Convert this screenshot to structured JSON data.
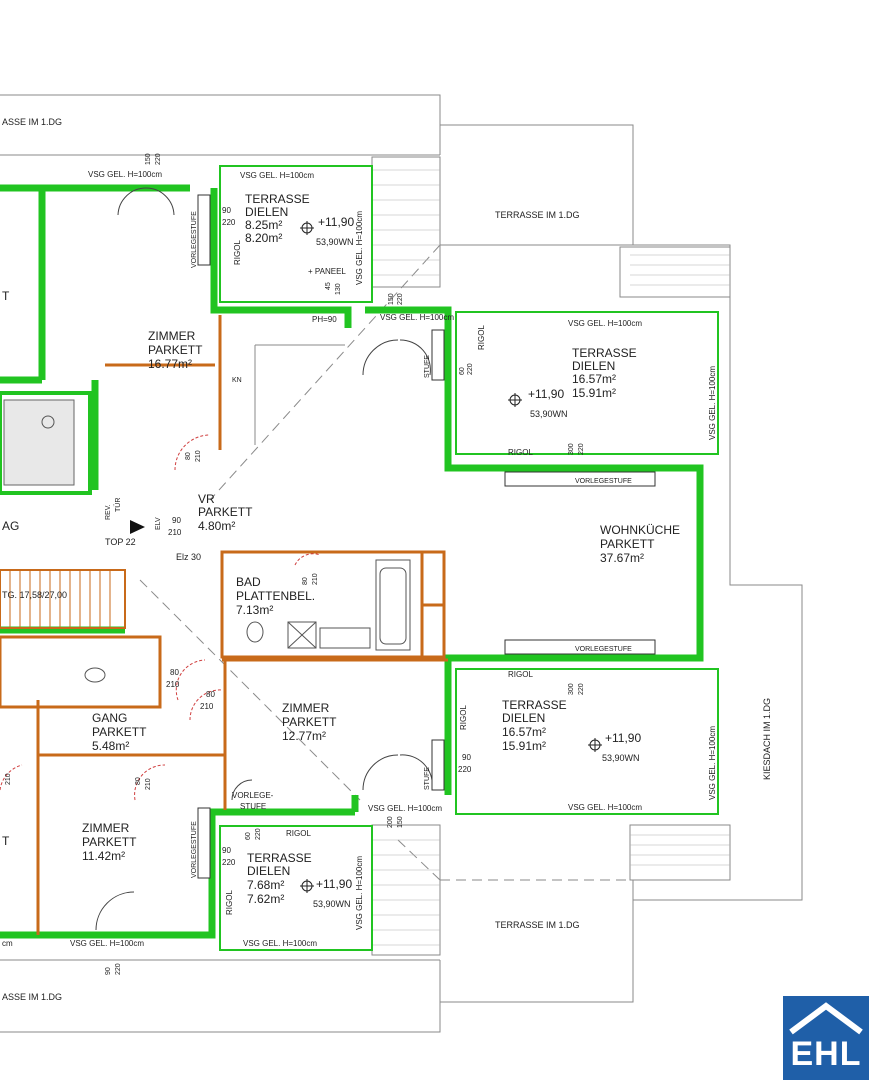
{
  "colors": {
    "wall_green": "#21c421",
    "wall_brown": "#c86a1a",
    "door_red": "#d04040",
    "line_grey": "#888888",
    "logo_blue": "#1f5fa8"
  },
  "floor": {
    "terrace_labels": {
      "top_left": "ASSE IM 1.DG",
      "top_right": "TERRASSE IM 1.DG",
      "bottom_left": "ASSE IM 1.DG",
      "bottom_right": "TERRASSE IM 1.DG",
      "kiesdach": "KIESDACH IM 1.DG"
    },
    "rooms": {
      "t1": {
        "name": "TERRASSE",
        "floor": "DIELEN",
        "area1": "8.25m²",
        "area2": "8.20m²",
        "level": "+11,90",
        "wn": "53,90WN",
        "vsg": "VSG GEL. H=100cm",
        "vsg_side": "VSG GEL. H=100cm",
        "paneel": "+ PANEEL",
        "rigol": "RIGOL"
      },
      "t2": {
        "name": "TERRASSE",
        "floor": "DIELEN",
        "area1": "16.57m²",
        "area2": "15.91m²",
        "level": "+11,90",
        "wn": "53,90WN",
        "vsg": "VSG GEL. H=100cm",
        "vsg_side": "VSG GEL. H=100cm",
        "rigol": "RIGOL",
        "rigol2": "RIGOL",
        "vorlegestufe": "VORLEGESTUFE"
      },
      "t3": {
        "name": "TERRASSE",
        "floor": "DIELEN",
        "area1": "16.57m²",
        "area2": "15.91m²",
        "level": "+11,90",
        "wn": "53,90WN",
        "vsg": "VSG GEL. H=100cm",
        "vsg_side": "VSG GEL. H=100cm",
        "rigol": "RIGOL",
        "rigol2": "RIGOL",
        "vorlegestufe": "VORLEGESTUFE"
      },
      "t4": {
        "name": "TERRASSE",
        "floor": "DIELEN",
        "area1": "7.68m²",
        "area2": "7.62m²",
        "level": "+11,90",
        "wn": "53,90WN",
        "vsg": "VSG GEL. H=100cm",
        "vsg_side": "VSG GEL. H=100cm",
        "rigol": "RIGOL",
        "rigol2": "RIGOL",
        "vorlegestufe_a": "VORLEGE-",
        "vorlegestufe_b": "STUFE"
      },
      "zimmer1": {
        "name": "ZIMMER",
        "floor": "PARKETT",
        "area": "16.77m²"
      },
      "vr": {
        "name": "VR",
        "floor": "PARKETT",
        "area": "4.80m²"
      },
      "wohnkueche": {
        "name": "WOHNKÜCHE",
        "floor": "PARKETT",
        "area": "37.67m²"
      },
      "bad": {
        "name": "BAD",
        "floor": "PLATTENBEL.",
        "area": "7.13m²"
      },
      "zimmer2": {
        "name": "ZIMMER",
        "floor": "PARKETT",
        "area": "12.77m²"
      },
      "gang": {
        "name": "GANG",
        "floor": "PARKETT",
        "area": "5.48m²"
      },
      "zimmer3": {
        "name": "ZIMMER",
        "floor": "PARKETT",
        "area": "11.42m²"
      }
    },
    "misc": {
      "vsg_top": "VSG GEL. H=100cm",
      "vsg_mid": "VSG GEL. H=100cm",
      "vsg_mid2": "VSG GEL. H=100cm",
      "vsg_bottom": "VSG GEL. H=100cm",
      "ph": "PH=90",
      "kn": "KN",
      "top": "TOP 22",
      "elz": "Elz 30",
      "stair": "TG. 17,58/27,00",
      "ag": "AG",
      "t_left": "T",
      "t_left2": "T",
      "cm": "cm",
      "vorlegestufe_v1": "VORLEGESTUFE",
      "vorlegestufe_v2": "VORLEGESTUFE",
      "stufe1": "STUFE",
      "stufe2": "STUFE",
      "rev": "REV.",
      "tuer": "TÜR",
      "elv": "ELV",
      "dims": {
        "d150_220": "150\n220",
        "d90_220a": "90\n220",
        "d90_220b": "90\n220",
        "d45_130": "45\n130",
        "d150_220b": "150\n220",
        "d60_220": "60\n220",
        "d300_220a": "300\n220",
        "d80_210a": "80\n210",
        "d90_210": "90",
        "d210": "210",
        "d80_210b": "80\n210",
        "d300_220b": "300\n220",
        "d90_220c": "90\n220",
        "d80_210c": "80",
        "d210c": "210",
        "d80_210d": "80",
        "d210d": "210",
        "d80_210e": "80\n210",
        "d60_220b": "60\n220",
        "d90_220d": "90",
        "d220d": "220",
        "d90_220e": "90\n220",
        "d210f": "210"
      }
    }
  },
  "logo": {
    "text": "EHL"
  }
}
